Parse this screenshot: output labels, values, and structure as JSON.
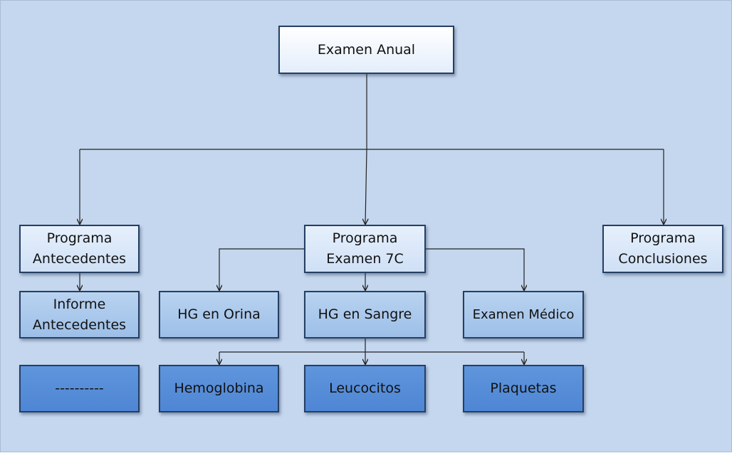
{
  "nodes": {
    "root": "Examen Anual",
    "prog_antecedentes": "Programa\nAntecedentes",
    "prog_examen7c": "Programa\nExamen 7C",
    "prog_conclusiones": "Programa\nConclusiones",
    "informe_antecedentes": "Informe\nAntecedentes",
    "hg_orina": "HG en Orina",
    "hg_sangre": "HG en Sangre",
    "examen_medico": "Examen Médico",
    "placeholder": "----------",
    "hemoglobina": "Hemoglobina",
    "leucocitos": "Leucocitos",
    "plaquetas": "Plaquetas"
  },
  "colors": {
    "background": "#c5d7ee",
    "border": "#243f63",
    "level3_fill": "#5f95dc",
    "connector": "#222222"
  }
}
